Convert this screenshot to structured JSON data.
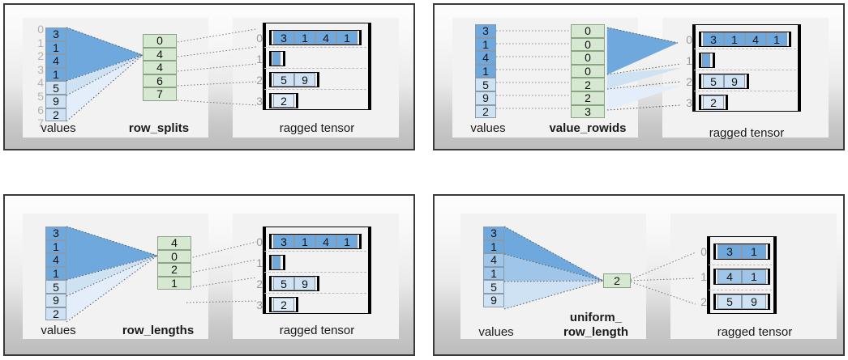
{
  "figure": {
    "title_hidden": "",
    "colors": {
      "blue_dark": "#6fa8dc",
      "blue_mid": "#9fc5e8",
      "blue_light": "#cfe2f3",
      "blue_lightest": "#dfeaf7",
      "green": "#d7e8d2",
      "panel_border": "#3a3a3a",
      "subpanel_bg": "#f2f2f2",
      "index_gray": "#b2b2b2",
      "dash_gray": "#bcbcbc",
      "bracket_black": "#000000"
    }
  },
  "panels": [
    {
      "id": "row_splits",
      "labels": {
        "values": "values",
        "encoding": "row_splits",
        "tensor": "ragged tensor"
      },
      "values": {
        "items": [
          "3",
          "1",
          "4",
          "1",
          "5",
          "9",
          "2"
        ],
        "tones": [
          0,
          0,
          0,
          0,
          2,
          2,
          2
        ]
      },
      "value_indices": [
        "0",
        "1",
        "2",
        "3",
        "4",
        "5",
        "6",
        "7"
      ],
      "encoding": {
        "items": [
          "0",
          "4",
          "4",
          "6",
          "7"
        ]
      },
      "ragged_rows": [
        {
          "index": "0",
          "cells": [
            "3",
            "1",
            "4",
            "1"
          ],
          "tone": 0
        },
        {
          "index": "1",
          "cells": [],
          "tone": 1
        },
        {
          "index": "2",
          "cells": [
            "5",
            "9"
          ],
          "tone": 2
        },
        {
          "index": "3",
          "cells": [
            "2"
          ],
          "tone": 3
        }
      ]
    },
    {
      "id": "value_rowids",
      "labels": {
        "values": "values",
        "encoding": "value_rowids",
        "tensor": "ragged tensor"
      },
      "values": {
        "items": [
          "3",
          "1",
          "4",
          "1",
          "5",
          "9",
          "2"
        ],
        "tones": [
          0,
          0,
          0,
          0,
          2,
          2,
          2
        ]
      },
      "value_indices": [],
      "encoding": {
        "items": [
          "0",
          "0",
          "0",
          "0",
          "2",
          "2",
          "3"
        ]
      },
      "ragged_rows": [
        {
          "index": "0",
          "cells": [
            "3",
            "1",
            "4",
            "1"
          ],
          "tone": 0
        },
        {
          "index": "1",
          "cells": [],
          "tone": 1
        },
        {
          "index": "2",
          "cells": [
            "5",
            "9"
          ],
          "tone": 2
        },
        {
          "index": "3",
          "cells": [
            "2"
          ],
          "tone": 3
        }
      ]
    },
    {
      "id": "row_lengths",
      "labels": {
        "values": "values",
        "encoding": "row_lengths",
        "tensor": "ragged tensor"
      },
      "values": {
        "items": [
          "3",
          "1",
          "4",
          "1",
          "5",
          "9",
          "2"
        ],
        "tones": [
          0,
          0,
          0,
          0,
          2,
          2,
          2
        ]
      },
      "value_indices": [],
      "encoding": {
        "items": [
          "4",
          "0",
          "2",
          "1"
        ]
      },
      "ragged_rows": [
        {
          "index": "0",
          "cells": [
            "3",
            "1",
            "4",
            "1"
          ],
          "tone": 0
        },
        {
          "index": "1",
          "cells": [],
          "tone": 1
        },
        {
          "index": "2",
          "cells": [
            "5",
            "9"
          ],
          "tone": 2
        },
        {
          "index": "3",
          "cells": [
            "2"
          ],
          "tone": 3
        }
      ]
    },
    {
      "id": "uniform_row_length",
      "labels": {
        "values": "values",
        "encoding_line1": "uniform_",
        "encoding_line2": "row_length",
        "tensor": "ragged tensor"
      },
      "values": {
        "items": [
          "3",
          "1",
          "4",
          "1",
          "5",
          "9"
        ],
        "tones": [
          0,
          0,
          1,
          1,
          2,
          2
        ]
      },
      "value_indices": [],
      "encoding": {
        "items": [
          "2"
        ]
      },
      "ragged_rows": [
        {
          "index": "0",
          "cells": [
            "3",
            "1"
          ],
          "tone": 0
        },
        {
          "index": "1",
          "cells": [
            "4",
            "1"
          ],
          "tone": 1
        },
        {
          "index": "2",
          "cells": [
            "5",
            "9"
          ],
          "tone": 2
        }
      ]
    }
  ]
}
